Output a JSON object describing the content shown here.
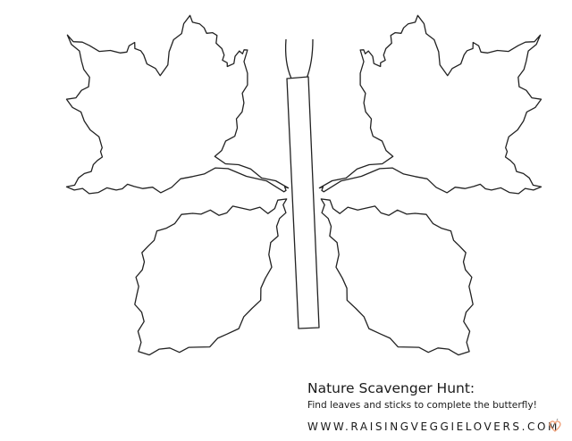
{
  "worksheet": {
    "title": "Nature Scavenger Hunt:",
    "subtitle": "Find leaves and sticks to complete the butterfly!",
    "website": "WWW.RAISINGVEGGIELOVERS.COM",
    "logo_icon": "heart-icon",
    "accent_color": "#f0a27c",
    "outline_color": "#222222"
  }
}
